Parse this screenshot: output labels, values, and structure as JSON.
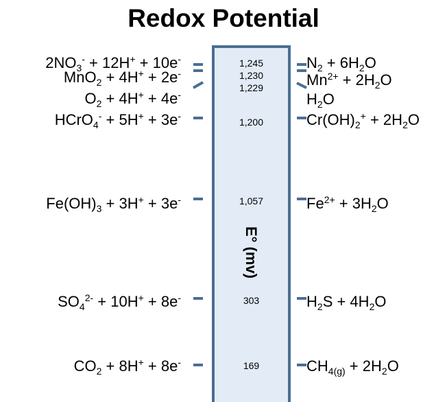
{
  "title": "Redox Potential",
  "axis_label": "E° (mv)",
  "colors": {
    "column_fill": "#e3ebf7",
    "column_border": "#4a6f93"
  },
  "rows": [
    {
      "value": "1,245",
      "lhs": [
        [
          "2NO"
        ],
        [
          "3",
          "sub"
        ],
        [
          "-",
          "sup"
        ],
        [
          " + 12H"
        ],
        [
          "+",
          "sup"
        ],
        [
          " + 10e"
        ],
        [
          "-",
          "sup"
        ]
      ],
      "rhs": [
        [
          "N"
        ],
        [
          "2",
          "sub"
        ],
        [
          " + 6H"
        ],
        [
          "2",
          "sub"
        ],
        [
          "O"
        ]
      ]
    },
    {
      "value": "1,230",
      "lhs": [
        [
          "MnO"
        ],
        [
          "2",
          "sub"
        ],
        [
          " + 4H"
        ],
        [
          "+",
          "sup"
        ],
        [
          " + 2e"
        ],
        [
          "-",
          "sup"
        ]
      ],
      "rhs": [
        [
          "Mn"
        ],
        [
          "2+",
          "sup"
        ],
        [
          " + 2H"
        ],
        [
          "2",
          "sub"
        ],
        [
          "O"
        ]
      ]
    },
    {
      "value": "1,229",
      "lhs": [
        [
          "O"
        ],
        [
          "2",
          "sub"
        ],
        [
          " + 4H"
        ],
        [
          "+",
          "sup"
        ],
        [
          " + 4e"
        ],
        [
          "-",
          "sup"
        ]
      ],
      "rhs": [
        [
          "H"
        ],
        [
          "2",
          "sub"
        ],
        [
          "O"
        ]
      ]
    },
    {
      "value": "1,200",
      "lhs": [
        [
          "HCrO"
        ],
        [
          "4",
          "sub"
        ],
        [
          "-",
          "sup"
        ],
        [
          " + 5H"
        ],
        [
          "+",
          "sup"
        ],
        [
          " + 3e"
        ],
        [
          "-",
          "sup"
        ]
      ],
      "rhs": [
        [
          "Cr(OH)"
        ],
        [
          "2",
          "sub"
        ],
        [
          "+",
          "sup"
        ],
        [
          " + 2H"
        ],
        [
          "2",
          "sub"
        ],
        [
          "O"
        ]
      ]
    },
    {
      "value": "1,057",
      "lhs": [
        [
          "Fe(OH)"
        ],
        [
          "3",
          "sub"
        ],
        [
          " + 3H"
        ],
        [
          "+",
          "sup"
        ],
        [
          " + 3e"
        ],
        [
          "-",
          "sup"
        ]
      ],
      "rhs": [
        [
          "Fe"
        ],
        [
          "2+",
          "sup"
        ],
        [
          " + 3H"
        ],
        [
          "2",
          "sub"
        ],
        [
          "O"
        ]
      ]
    },
    {
      "value": "303",
      "lhs": [
        [
          "SO"
        ],
        [
          "4",
          "sub"
        ],
        [
          "2-",
          "sup"
        ],
        [
          " + 10H"
        ],
        [
          "+",
          "sup"
        ],
        [
          " + 8e"
        ],
        [
          "-",
          "sup"
        ]
      ],
      "rhs": [
        [
          "H"
        ],
        [
          "2",
          "sub"
        ],
        [
          "S + 4H"
        ],
        [
          "2",
          "sub"
        ],
        [
          "O"
        ]
      ]
    },
    {
      "value": "169",
      "lhs": [
        [
          "CO"
        ],
        [
          "2",
          "sub"
        ],
        [
          " + 8H"
        ],
        [
          "+",
          "sup"
        ],
        [
          " + 8e"
        ],
        [
          "-",
          "sup"
        ]
      ],
      "rhs": [
        [
          "CH"
        ],
        [
          "4(g)",
          "sub"
        ],
        [
          " + 2H"
        ],
        [
          "2",
          "sub"
        ],
        [
          "O"
        ]
      ]
    }
  ]
}
